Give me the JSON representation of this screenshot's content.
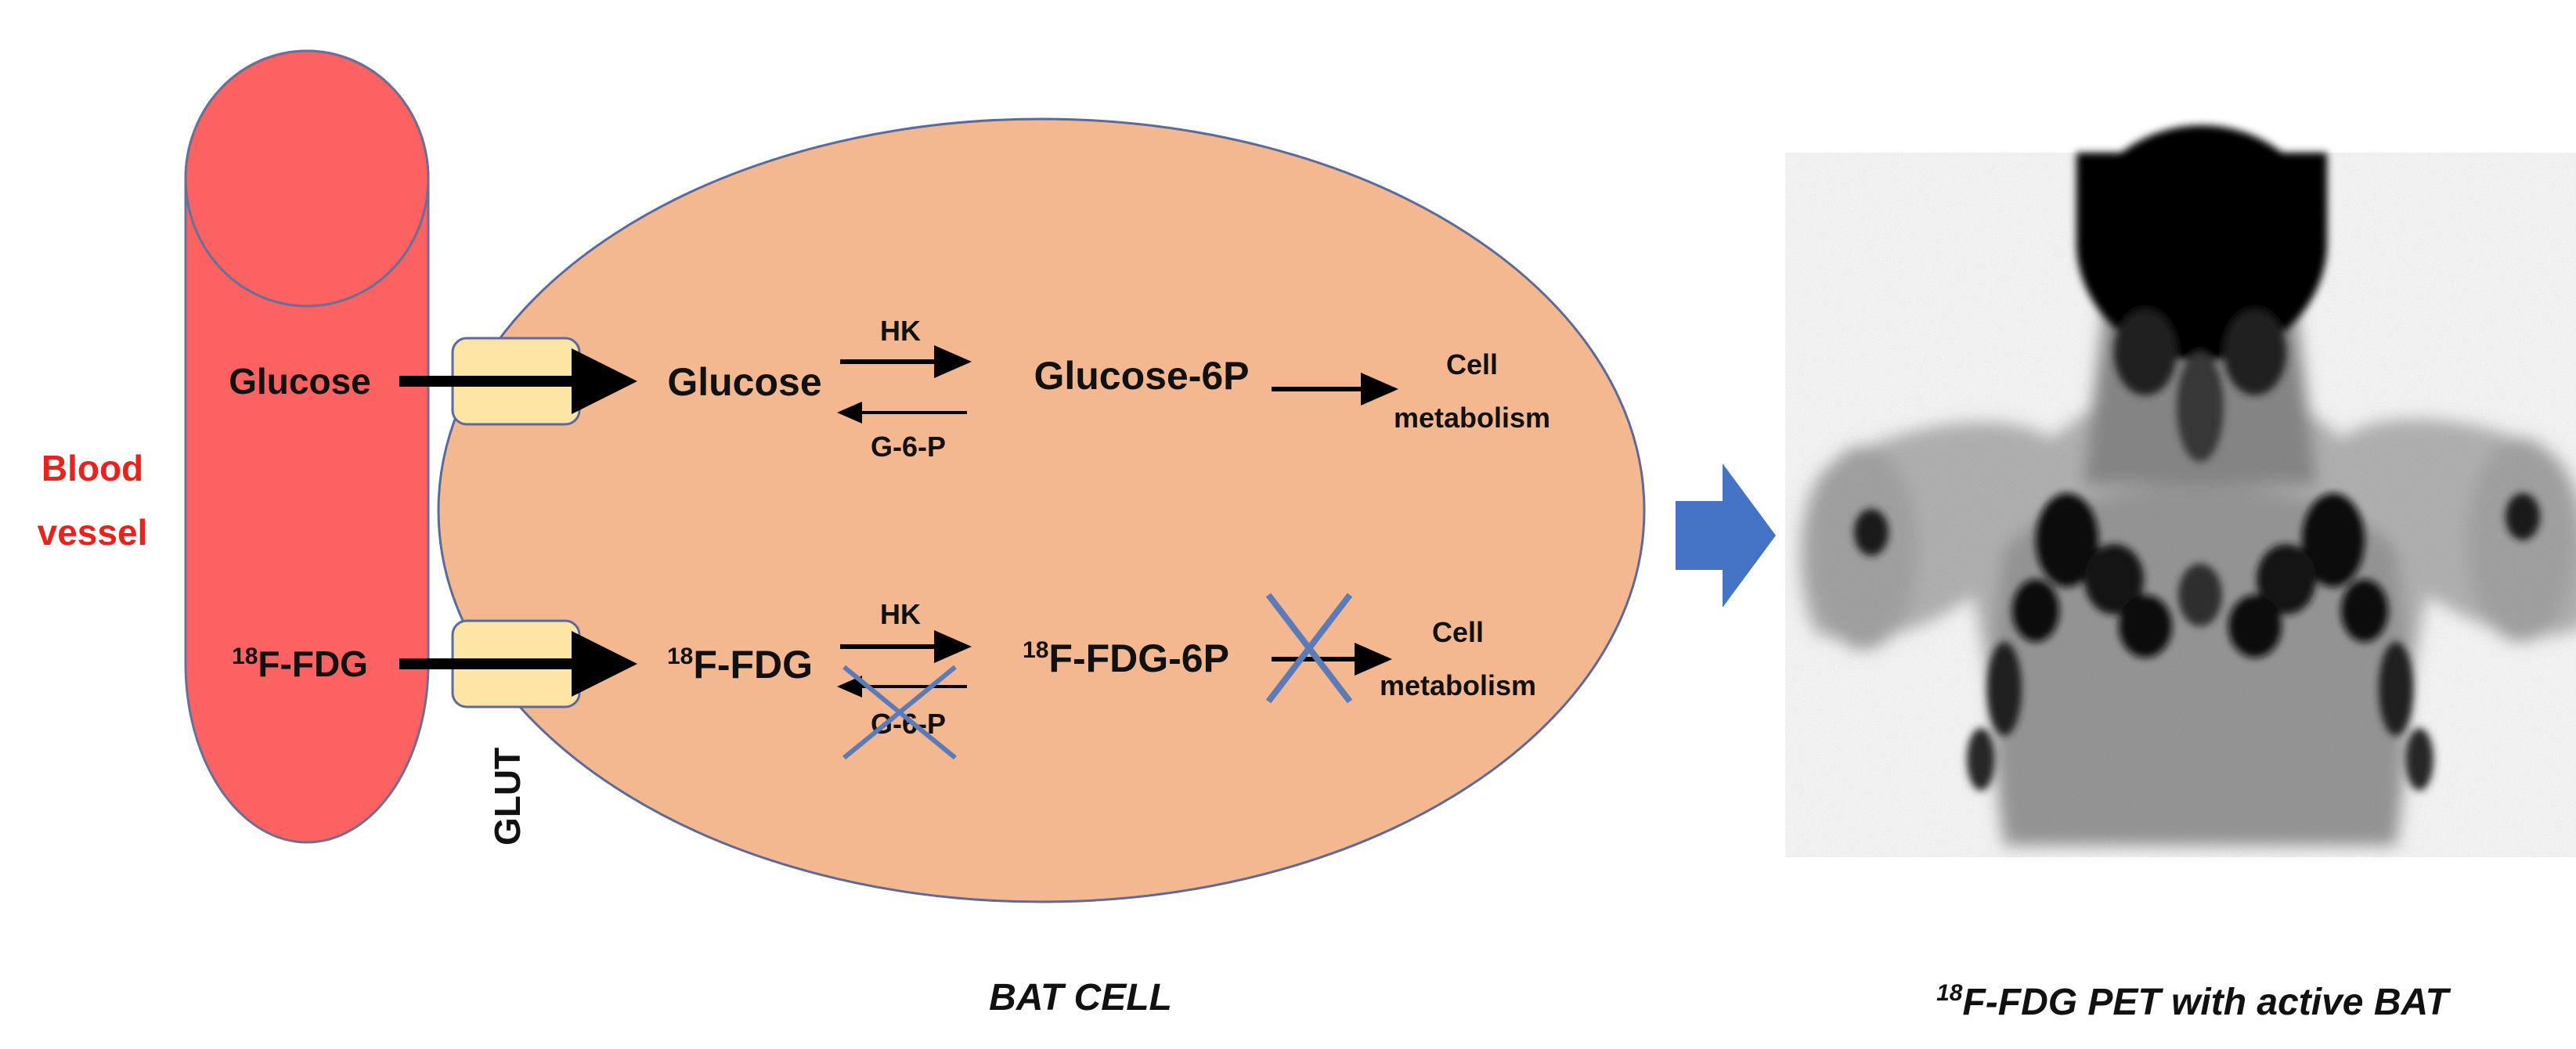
{
  "colors": {
    "vessel": "#fd6262",
    "cell": "#f4b891",
    "glut": "#fde5a5",
    "arrow_blue": "#4472c4",
    "cross": "#5b7ab8",
    "vessel_label": "#e8221d"
  },
  "vessel": {
    "label_line1": "Blood",
    "label_line2": "vessel",
    "glucose_label": "Glucose",
    "fdg_sup": "18",
    "fdg_label": "F-FDG"
  },
  "transporter": {
    "label": "GLUT"
  },
  "cell": {
    "caption": "BAT CELL",
    "row_glucose": {
      "substrate": "Glucose",
      "forward_enzyme": "HK",
      "reverse_enzyme": "G-6-P",
      "product": "Glucose-6P",
      "fate_line1": "Cell",
      "fate_line2": "metabolism"
    },
    "row_fdg": {
      "substrate_sup": "18",
      "substrate": "F-FDG",
      "forward_enzyme": "HK",
      "reverse_enzyme": "G-6-P",
      "product_sup": "18",
      "product": "F-FDG-6P",
      "fate_line1": "Cell",
      "fate_line2": "metabolism"
    }
  },
  "pet": {
    "caption_sup": "18",
    "caption": "F-FDG PET with active BAT"
  }
}
